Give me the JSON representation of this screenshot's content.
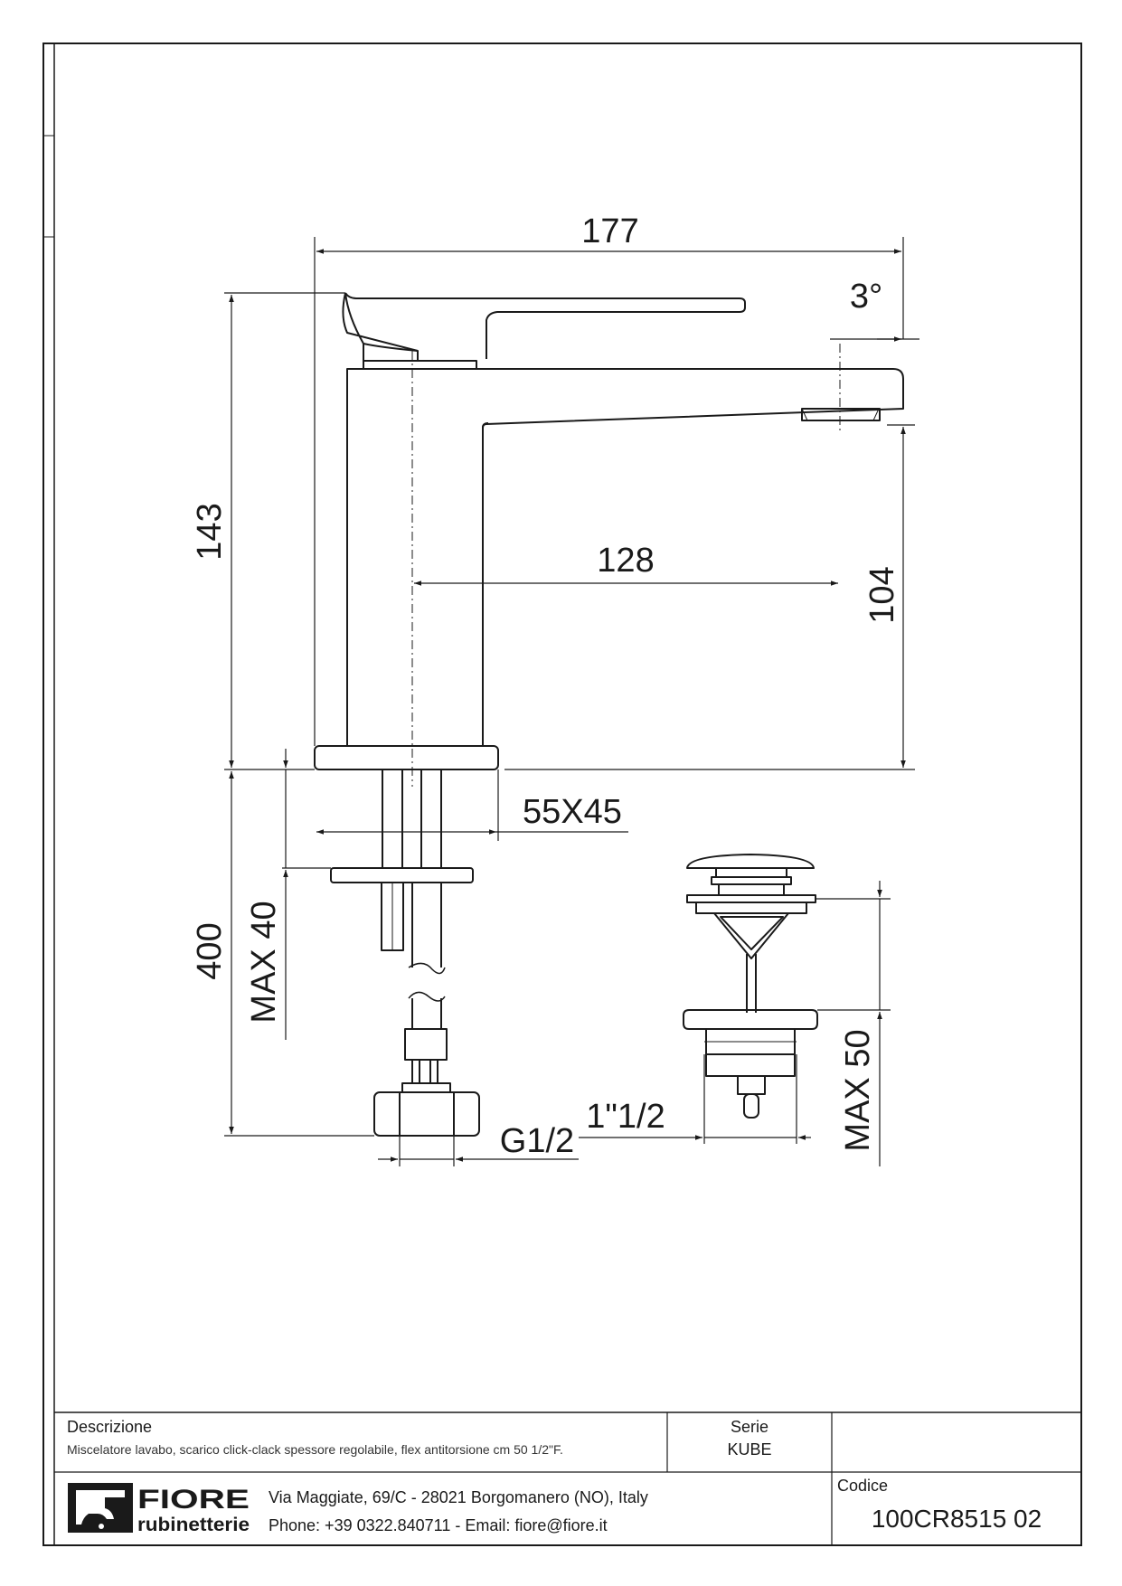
{
  "dimensions": {
    "overall_length": "177",
    "angle": "3°",
    "overall_height": "143",
    "spout_reach": "128",
    "spout_height": "104",
    "base_size": "55X45",
    "flex_length": "400",
    "max_deck": "MAX 40",
    "flex_thread": "G1/2",
    "waste_thread": "1\"1/2",
    "max_waste": "MAX 50"
  },
  "title_block": {
    "description_label": "Descrizione",
    "description_text": "Miscelatore lavabo, scarico click-clack spessore regolabile, flex antitorsione cm 50 1/2\"F.",
    "series_label": "Serie",
    "series_value": "KUBE",
    "code_label": "Codice",
    "code_value": "100CR8515 02",
    "logo_brand": "FIORE",
    "logo_sub": "rubinetterie",
    "address": "Via Maggiate, 69/C - 28021 Borgomanero (NO), Italy",
    "contact": "Phone: +39 0322.840711 - Email: fiore@fiore.it"
  }
}
